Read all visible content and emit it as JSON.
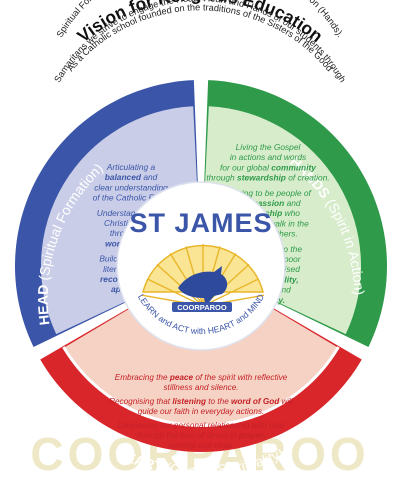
{
  "title": "Vision for Religious Education",
  "intro": [
    "As a Catholic school founded on the traditions of the Sisters of the Good",
    "Samaritans we strive to engage the Head, Heart and Hands of our students through",
    "Spiritual Formation (Head), Gospel Spirituality (Heart) and Spirit in Action (Hands)."
  ],
  "colors": {
    "head": "#3b56a8",
    "head_fill": "#c9cde8",
    "hands": "#2e9a4a",
    "hands_fill": "#d7eccb",
    "heart": "#d9262b",
    "heart_fill": "#f6d2c4",
    "heart_ring": "#ffffff",
    "shell": "#f4cf3c",
    "bird": "#2d4a9c",
    "text_blue": "#3b56a8",
    "text_green": "#2e9a4a",
    "text_red": "#c42127",
    "watermark": "#efe8c7"
  },
  "head": {
    "label_bold": "HEAD",
    "label_paren": "(Spiritual Formation)",
    "blurbs": [
      [
        {
          "t": "Articulating a"
        },
        {
          "t": "balanced",
          "b": true,
          "s": " and"
        },
        {
          "t": "clear understanding"
        },
        {
          "t": "of the Catholic Faith."
        }
      ],
      [
        {
          "t": "Understanding the"
        },
        {
          "t": "Christian Faith"
        },
        {
          "t": "through the"
        },
        {
          "t": "word of God.",
          "b": true
        }
      ],
      [
        {
          "t": "Building religious"
        },
        {
          "t": "literacy using a"
        },
        {
          "t": "reconceptualist",
          "b": true
        },
        {
          "t": "approach.",
          "b": true
        }
      ]
    ]
  },
  "hands": {
    "label_bold": "HANDS",
    "label_paren": "(Spirit in Action)",
    "blurbs": [
      [
        {
          "t": "Living the Gospel"
        },
        {
          "t": "in actions and words"
        },
        {
          "p": "for our global ",
          "t": "community",
          "b": true
        },
        {
          "p": "through ",
          "t": "stewardship",
          "b": true,
          "s": " of creation."
        }
      ],
      [
        {
          "t": "Striving to be people of"
        },
        {
          "t": "compassion",
          "b": true,
          "s": " and"
        },
        {
          "t": "partnership",
          "b": true,
          "s": " who"
        },
        {
          "t": "are able to walk in the"
        },
        {
          "t": "shoes of others."
        }
      ],
      [
        {
          "t": "Responding to the"
        },
        {
          "t": "needs of the poor"
        },
        {
          "t": "and marginalised"
        },
        {
          "p": "with ",
          "t": "hospitality,",
          "b": true
        },
        {
          "t": "healing",
          "b": true,
          "s": " and"
        },
        {
          "t": "humility.",
          "b": true
        }
      ]
    ]
  },
  "heart": {
    "label_bold": "HEART",
    "label_paren": "(Gospel Spirituality)",
    "blurbs": [
      [
        {
          "p": "Embracing the ",
          "t": "peace",
          "b": true,
          "s": " of the spirit with reflective"
        },
        {
          "t": "stillness and silence."
        }
      ],
      [
        {
          "p": "Recognising that ",
          "t": "listening",
          "b": true,
          "s": " to the "
        },
        {
          "t": "guide our faith in everyday actions."
        }
      ],
      [
        {
          "t": "Deepening our personal relationship with God"
        },
        {
          "p": "through the love of Jesus in ",
          "t": "prayer,",
          "b": true
        },
        {
          "t": "worship and ritual."
        }
      ]
    ],
    "word_of_god": "word of God",
    "will": " will"
  },
  "center": {
    "name": "ST JAMES",
    "badge": "COORPAROO",
    "motto": "LEARN and ACT with HEART and MIND"
  },
  "watermark": "COORPAROO"
}
